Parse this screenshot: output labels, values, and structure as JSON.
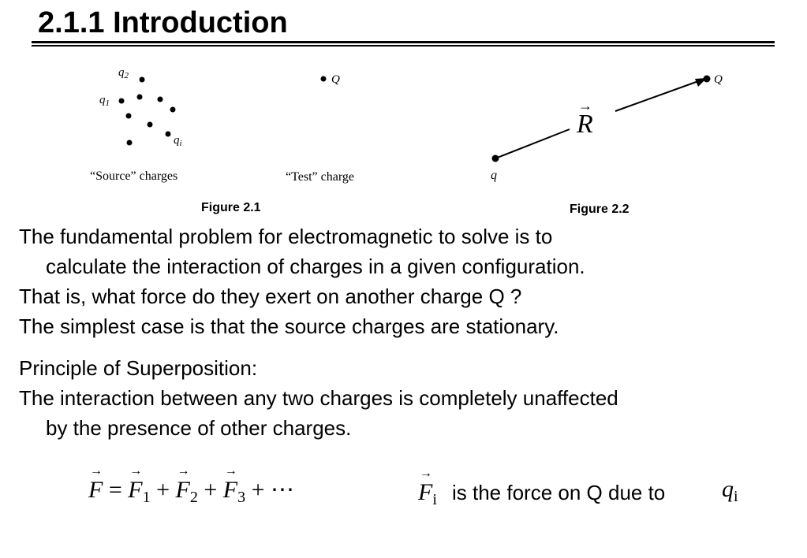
{
  "title": "2.1.1  Introduction",
  "figure1": {
    "labels": {
      "q2": "q",
      "q2_sub": "2",
      "q1": "q",
      "q1_sub": "1",
      "qi": "q",
      "qi_sub": "i",
      "Q": "Q"
    },
    "source_label": "“Source” charges",
    "test_label": "“Test” charge",
    "caption": "Figure 2.1"
  },
  "figure2": {
    "R": "R",
    "Q": "Q",
    "q": "q",
    "caption": "Figure 2.2"
  },
  "paragraph1": {
    "line1": "The fundamental problem for electromagnetic to solve is to",
    "line2": "calculate the interaction of charges in a given configuration.",
    "line3": "That  is, what force do they exert on another charge Q ?",
    "line4": "The simplest case is that the source  charges are stationary."
  },
  "paragraph2": {
    "line1": "Principle of  Superposition:",
    "line2": "The interaction between any two charges is completely unaffected",
    "line3": "by the presence of other charges."
  },
  "equation": {
    "F": "F",
    "eq": "=",
    "F1": "F",
    "s1": "1",
    "plus1": "+",
    "F2": "F",
    "s2": "2",
    "plus2": "+",
    "F3": "F",
    "s3": "3",
    "plus3": "+",
    "dots": "⋯"
  },
  "note": {
    "Fi": "F",
    "Fi_sub": "i",
    "text": "is the force on Q due to",
    "qi": "q",
    "qi_sub": "i"
  }
}
